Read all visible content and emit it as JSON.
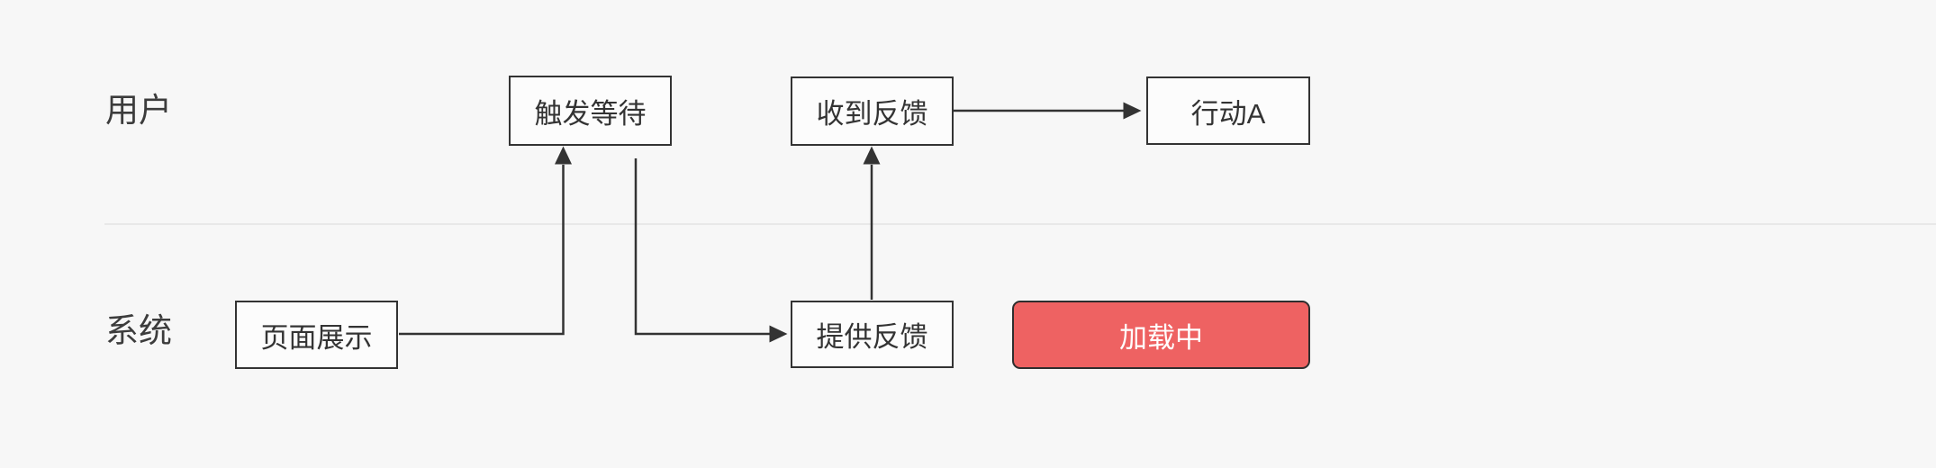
{
  "lanes": {
    "user": {
      "label": "用户"
    },
    "system": {
      "label": "系统"
    }
  },
  "nodes": {
    "trigger_wait": {
      "label": "触发等待"
    },
    "receive_feedback": {
      "label": "收到反馈"
    },
    "action_a": {
      "label": "行动A"
    },
    "page_display": {
      "label": "页面展示"
    },
    "provide_feedback": {
      "label": "提供反馈"
    }
  },
  "loading_button": {
    "label": "加载中",
    "fill_color": "#ee6262",
    "border_color": "#2e2e2e",
    "text_color": "#ffffff"
  },
  "edges": [
    {
      "from": "page_display",
      "to": "trigger_wait"
    },
    {
      "from": "trigger_wait",
      "to": "provide_feedback"
    },
    {
      "from": "provide_feedback",
      "to": "receive_feedback"
    },
    {
      "from": "receive_feedback",
      "to": "action_a"
    }
  ],
  "colors": {
    "background": "#f7f7f7",
    "node_border": "#333333",
    "node_fill": "#fcfcfc",
    "connector": "#333333",
    "divider": "#e8e8e8",
    "lane_label_text": "#3c3c3c"
  }
}
